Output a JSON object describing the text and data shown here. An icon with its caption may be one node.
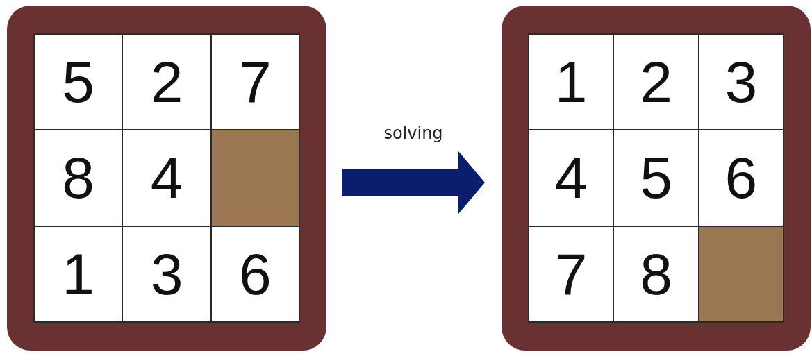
{
  "diagram": {
    "nodes": [
      {
        "text": [],
        "shape": "box"
      },
      {
        "text": [
          "5"
        ],
        "in": 0
      },
      {
        "text": [
          "2"
        ],
        "in": 0
      },
      {
        "text": [
          "7"
        ],
        "in": 0
      },
      {
        "text": [
          "8"
        ],
        "in": 0
      },
      {
        "text": [
          "4"
        ],
        "in": 0
      },
      {
        "text": [],
        "shape": "box",
        "in": 0
      },
      {
        "text": [
          "1"
        ],
        "in": 0
      },
      {
        "text": [
          "3"
        ],
        "in": 0
      },
      {
        "text": [
          "6"
        ],
        "in": 0
      },
      {
        "text": [],
        "shape": "box"
      },
      {
        "text": [
          "1"
        ],
        "in": 10
      },
      {
        "text": [
          "2"
        ],
        "in": 10
      },
      {
        "text": [
          "3"
        ],
        "in": 10
      },
      {
        "text": [
          "4"
        ],
        "in": 10
      },
      {
        "text": [
          "5"
        ],
        "in": 10
      },
      {
        "text": [
          "6"
        ],
        "in": 10
      },
      {
        "text": [
          "7"
        ],
        "in": 10
      },
      {
        "text": [
          "8"
        ],
        "in": 10
      },
      {
        "text": [],
        "shape": "box",
        "in": 10
      }
    ],
    "edges": [
      {
        "from": 0,
        "to": 10,
        "arrow": "to",
        "label": "solving",
        "color": "#0b1e6e"
      }
    ]
  }
}
